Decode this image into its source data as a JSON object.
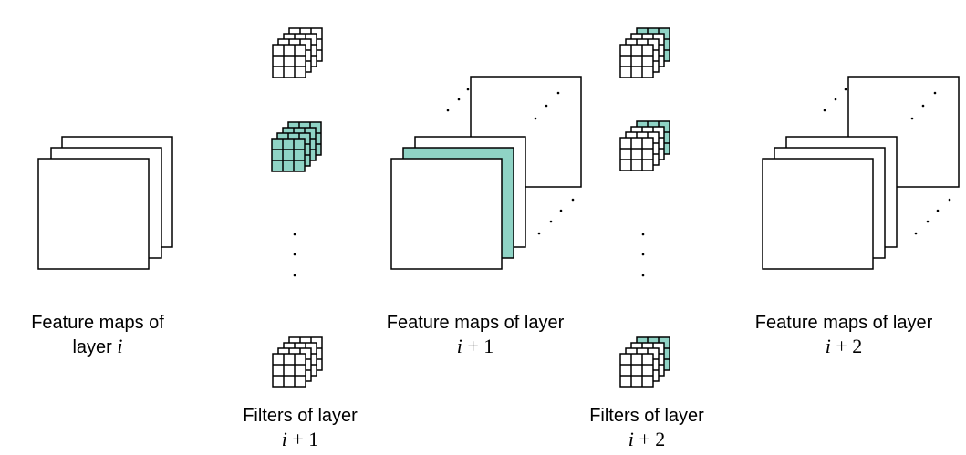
{
  "colors": {
    "teal": "#8fd3c5",
    "stroke": "#000000",
    "background": "#ffffff"
  },
  "captions": {
    "layer_i": {
      "text": "Feature maps of",
      "line2": "layer ",
      "var": "i"
    },
    "layer_i1": {
      "text": "Feature maps of layer",
      "var": "i",
      "rest": " + 1"
    },
    "layer_i2": {
      "text": "Feature maps of layer",
      "var": "i",
      "rest": " + 2"
    },
    "filters_i1": {
      "text": "Filters of layer",
      "var": "i",
      "rest": " + 1"
    },
    "filters_i2": {
      "text": "Filters of layer",
      "var": "i",
      "rest": " + 2"
    }
  },
  "icons": {
    "feature_map_stack": "stacked-square-feature-maps",
    "filter_stack": "stacked-3x3-grid-filters",
    "ellipsis": "dotted-continuation"
  }
}
